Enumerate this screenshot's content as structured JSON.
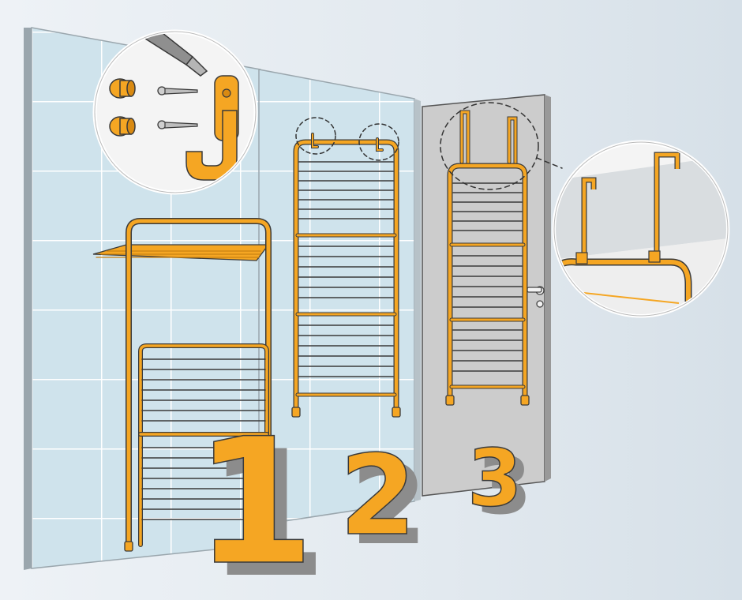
{
  "labels": {
    "step1": "1",
    "step2": "2",
    "step3": "3"
  },
  "colors": {
    "frame": "#f5a623",
    "frame_dark": "#d98a12",
    "outline": "#3a3a3a",
    "tile_wall": "#cfe3ec",
    "grout": "#ffffff",
    "door": "#cccccc",
    "shadow": "#8c8c8c",
    "background": "#e9eef3"
  },
  "icons": {
    "screwdriver": "screwdriver-icon",
    "wall_plug": "wall-plug-icon",
    "screw": "screw-icon",
    "hook": "wall-hook-icon",
    "door_hook": "door-hook-icon"
  }
}
